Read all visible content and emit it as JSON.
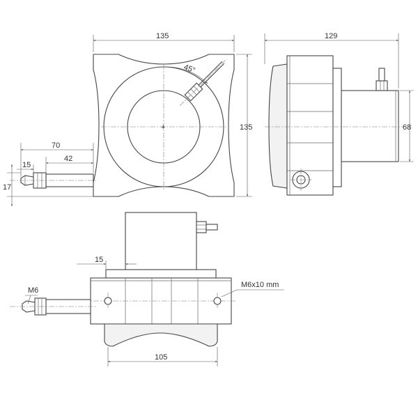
{
  "dimensions": {
    "top_width": "135",
    "top_height": "135",
    "side_width": "129",
    "side_height": "68",
    "cable_length": "70",
    "cable_body": "42",
    "cable_nut": "15",
    "cable_offset": "17",
    "bottom_offset": "15",
    "bottom_width": "105",
    "angle": "45°"
  },
  "labels": {
    "thread": "M6",
    "mount_hole": "M6x10 mm"
  }
}
